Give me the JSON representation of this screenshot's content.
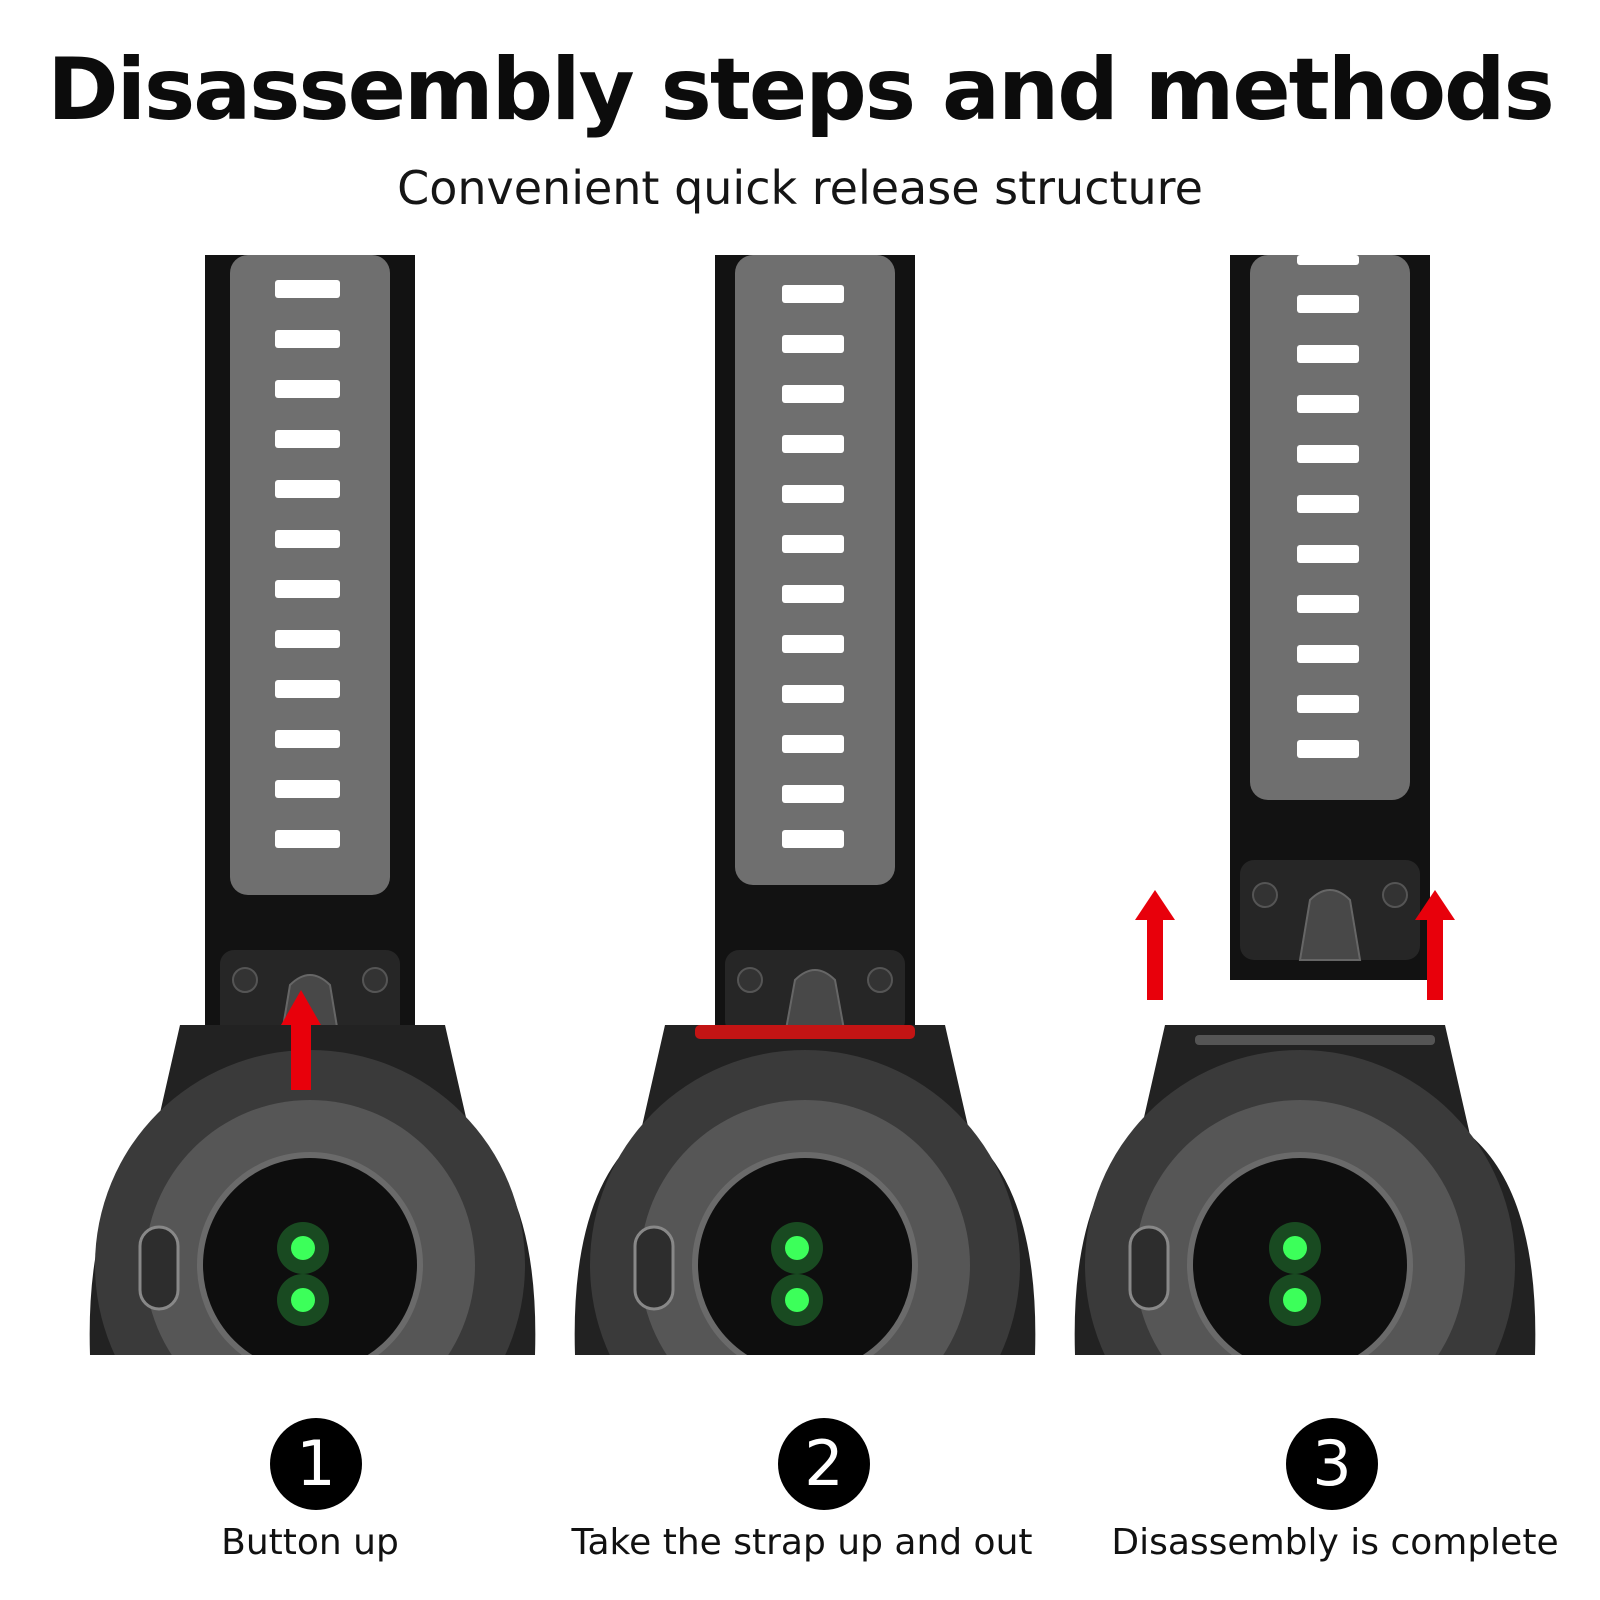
{
  "header": {
    "title": "Disassembly steps and methods",
    "subtitle": "Convenient quick release structure"
  },
  "steps": [
    {
      "number": "1",
      "label": "Button up"
    },
    {
      "number": "2",
      "label": "Take the strap up and out"
    },
    {
      "number": "3",
      "label": "Disassembly is complete"
    }
  ],
  "colors": {
    "strap_outer": "#111111",
    "strap_inner": "#707070",
    "watch_body": "#2a2a2a",
    "sensor_light": "#3cff5a",
    "arrow": "#e8000b",
    "highlight_bar": "#c31414"
  },
  "icons": [
    "arrow-up-icon",
    "watch-sensor-icon",
    "strap-hole-icon"
  ]
}
